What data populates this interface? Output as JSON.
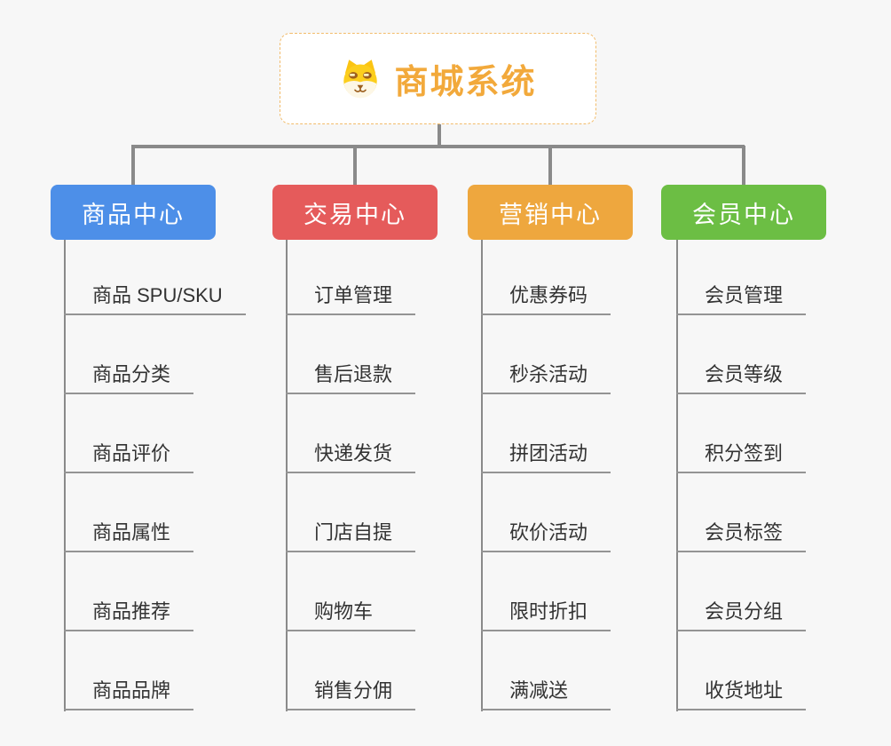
{
  "root": {
    "title": "商城系统",
    "icon": "shiba-dog-face-icon",
    "border_color": "#f2bc6b",
    "text_color": "#f2a93b"
  },
  "branches": [
    {
      "label": "商品中心",
      "color": "#4d8fe8",
      "children": [
        "商品 SPU/SKU",
        "商品分类",
        "商品评价",
        "商品属性",
        "商品推荐",
        "商品品牌"
      ]
    },
    {
      "label": "交易中心",
      "color": "#e55b5b",
      "children": [
        "订单管理",
        "售后退款",
        "快递发货",
        "门店自提",
        "购物车",
        "销售分佣"
      ]
    },
    {
      "label": "营销中心",
      "color": "#eea73e",
      "children": [
        "优惠券码",
        "秒杀活动",
        "拼团活动",
        "砍价活动",
        "限时折扣",
        "满减送"
      ]
    },
    {
      "label": "会员中心",
      "color": "#6cbe44",
      "children": [
        "会员管理",
        "会员等级",
        "积分签到",
        "会员标签",
        "会员分组",
        "收货地址"
      ]
    }
  ],
  "style": {
    "background_color": "#f7f7f7",
    "connector_color": "#8a8a8a",
    "underline_color": "#949494",
    "child_text_color": "#333333",
    "branch_text_color": "#ffffff"
  }
}
